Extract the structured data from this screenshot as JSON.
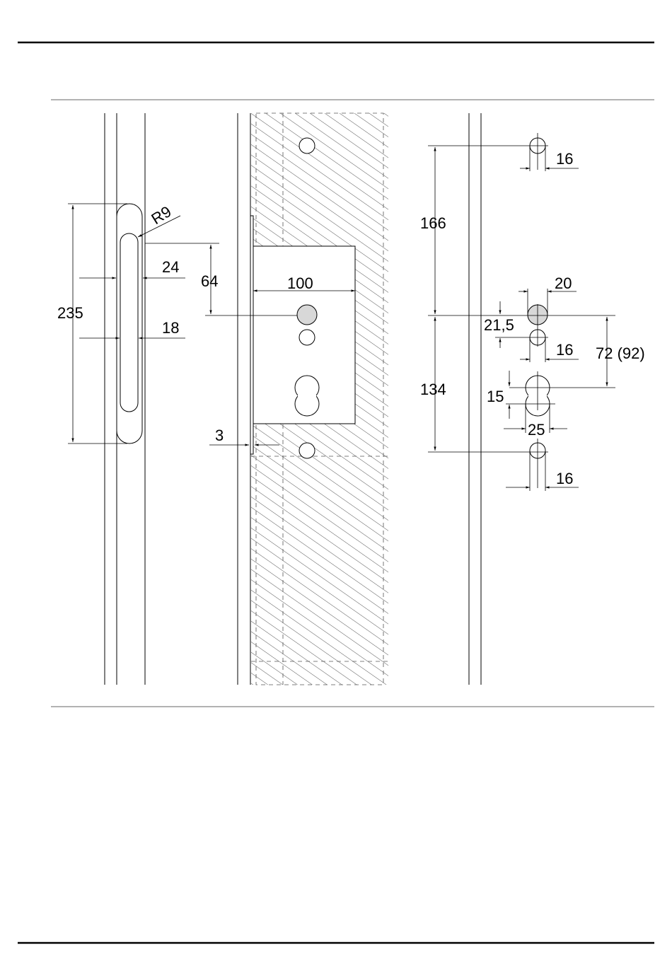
{
  "dimensions": {
    "handle": {
      "overall_length": "235",
      "radius": "R9",
      "outer_width": "24",
      "inner_width": "18"
    },
    "lock_body": {
      "backset": "64",
      "depth": "100",
      "faceplate_thickness": "3"
    },
    "hole_pattern": {
      "top_hole_diameter": "16",
      "upper_distance": "166",
      "spindle_diameter": "20",
      "spindle_offset": "21,5",
      "second_hole_diameter": "16",
      "center_distance": "72 (92)",
      "lower_distance": "134",
      "cylinder_small": "15",
      "cylinder_width": "25",
      "bottom_hole_diameter": "16"
    }
  },
  "colors": {
    "line": "#000000",
    "frame_rule": "#999999",
    "spindle_fill": "#d8d8d8",
    "hatch": "#555555"
  }
}
